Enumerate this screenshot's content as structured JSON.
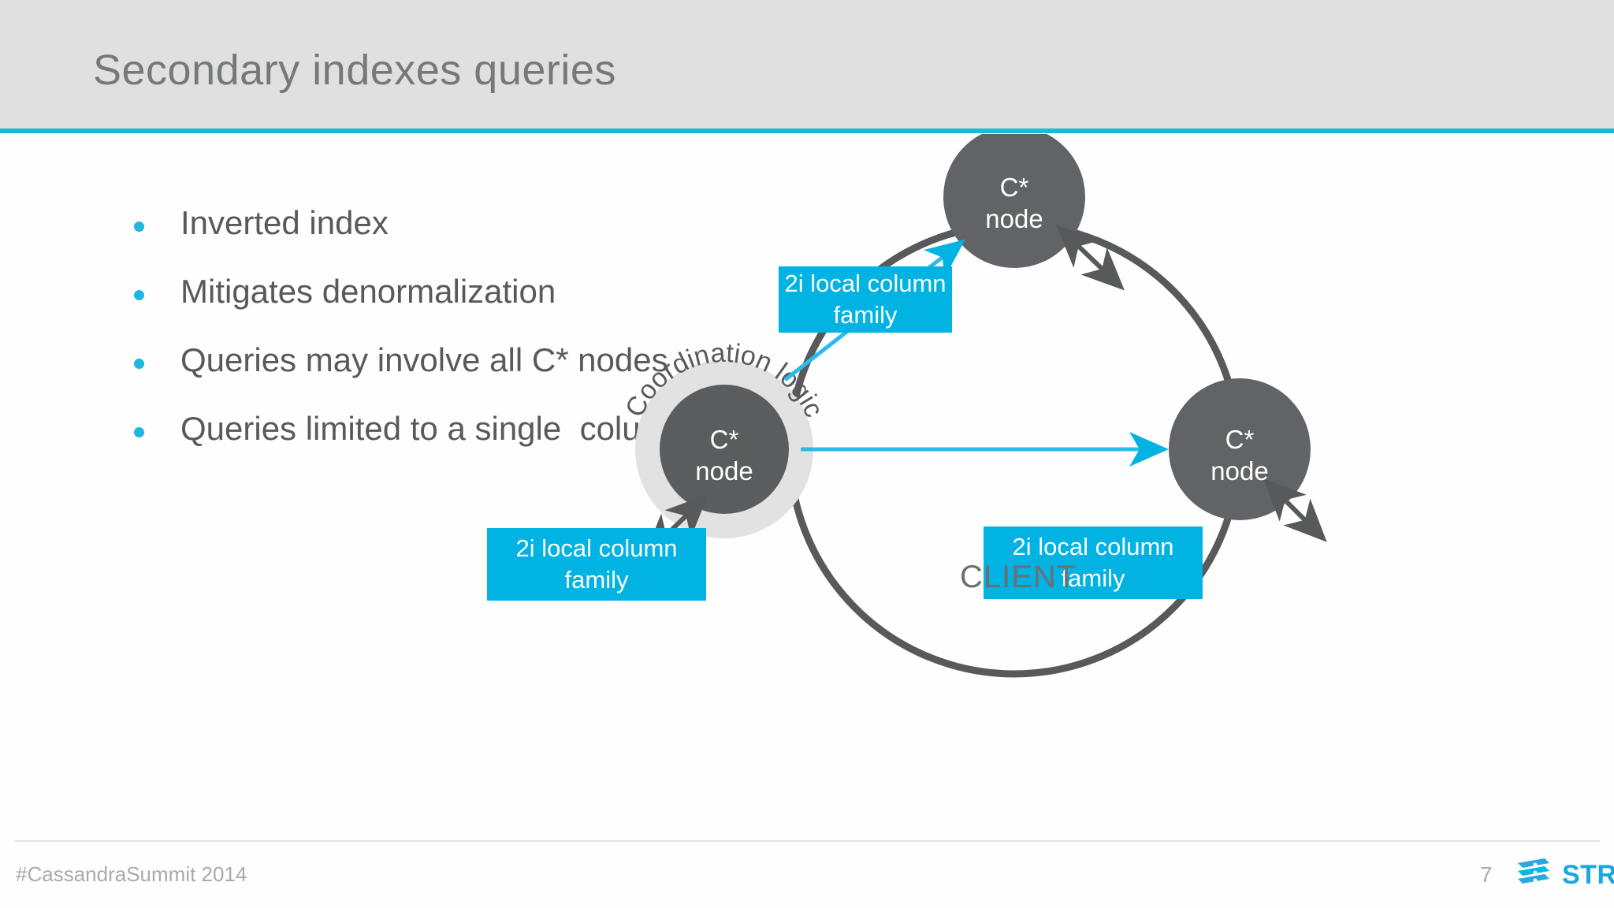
{
  "header": {
    "title": "Secondary indexes queries",
    "band_color": "#e0e0e0",
    "rule_color": "#1fb6e0"
  },
  "bullets": {
    "dot_color": "#1fb6e0",
    "items": [
      {
        "text": "Inverted index"
      },
      {
        "text": "Mitigates denormalization"
      },
      {
        "text": "Queries may involve all C* nodes"
      },
      {
        "text": "Queries limited to a single  column"
      }
    ]
  },
  "diagram": {
    "client_label": "CLIENT",
    "ring_color": "#58595b",
    "node_color": "#626366",
    "coordinator_ring_color": "#e2e2e2",
    "accent_color": "#00b3e3",
    "coordination_logic_label": "Coordination logic",
    "nodes": [
      {
        "id": "top",
        "line1": "C*",
        "line2": "node"
      },
      {
        "id": "right",
        "line1": "C*",
        "line2": "node"
      },
      {
        "id": "coordinator",
        "line1": "C*",
        "line2": "node"
      }
    ],
    "column_family_boxes": [
      {
        "id": "top-cf",
        "line1": "2i local column",
        "line2": "family"
      },
      {
        "id": "coordinator-cf",
        "line1": "2i local column",
        "line2": "family"
      },
      {
        "id": "right-cf",
        "line1": "2i local column",
        "line2": "family"
      }
    ]
  },
  "footer": {
    "hashtag": "#CassandraSummit 2014",
    "page_number": "7",
    "brand_name": "STRATIO",
    "brand_color": "#1aa7e0"
  }
}
